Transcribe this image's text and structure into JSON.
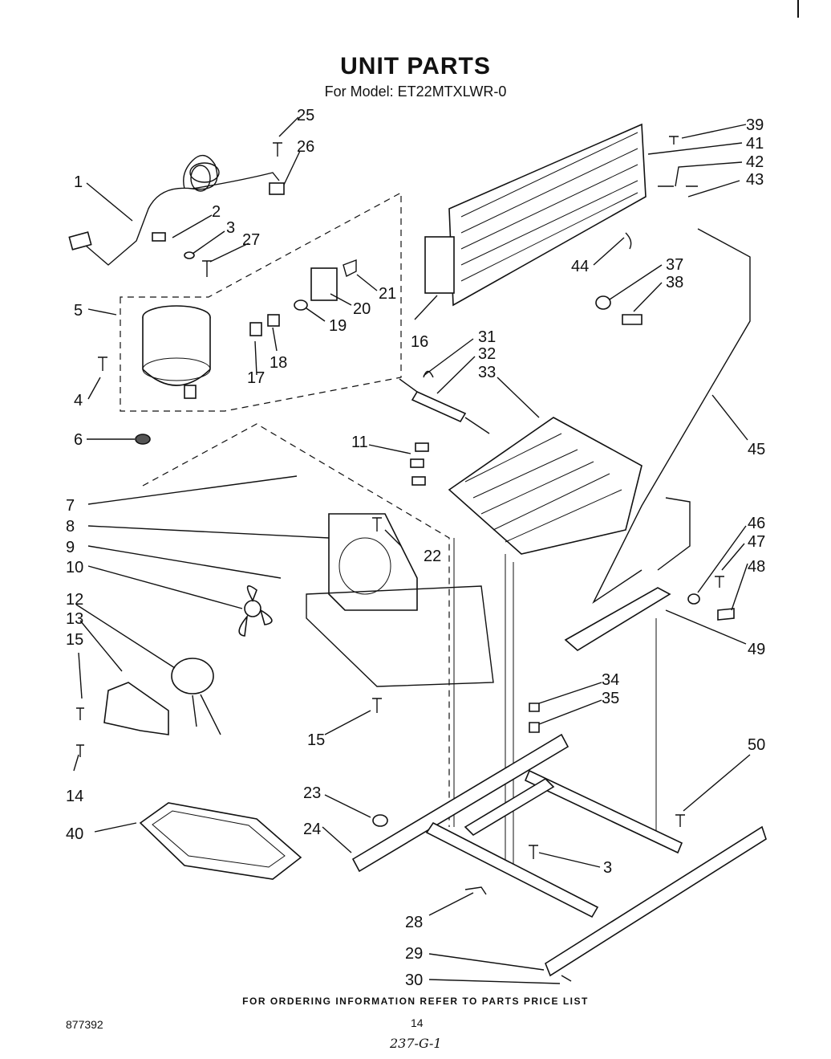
{
  "header": {
    "title": "UNIT PARTS",
    "subtitle": "For Model: ET22MTXLWR-0"
  },
  "footer": {
    "note": "FOR ORDERING INFORMATION REFER TO PARTS PRICE LIST",
    "code": "877392",
    "page_number": "14",
    "handwritten": "237-G-1"
  },
  "callouts": [
    "1",
    "2",
    "3",
    "3",
    "4",
    "5",
    "6",
    "7",
    "8",
    "9",
    "10",
    "11",
    "12",
    "13",
    "14",
    "15",
    "15",
    "16",
    "17",
    "18",
    "19",
    "20",
    "21",
    "22",
    "23",
    "24",
    "25",
    "26",
    "27",
    "28",
    "29",
    "30",
    "31",
    "32",
    "33",
    "34",
    "35",
    "37",
    "38",
    "39",
    "40",
    "41",
    "42",
    "43",
    "44",
    "45",
    "46",
    "47",
    "48",
    "49",
    "50"
  ]
}
